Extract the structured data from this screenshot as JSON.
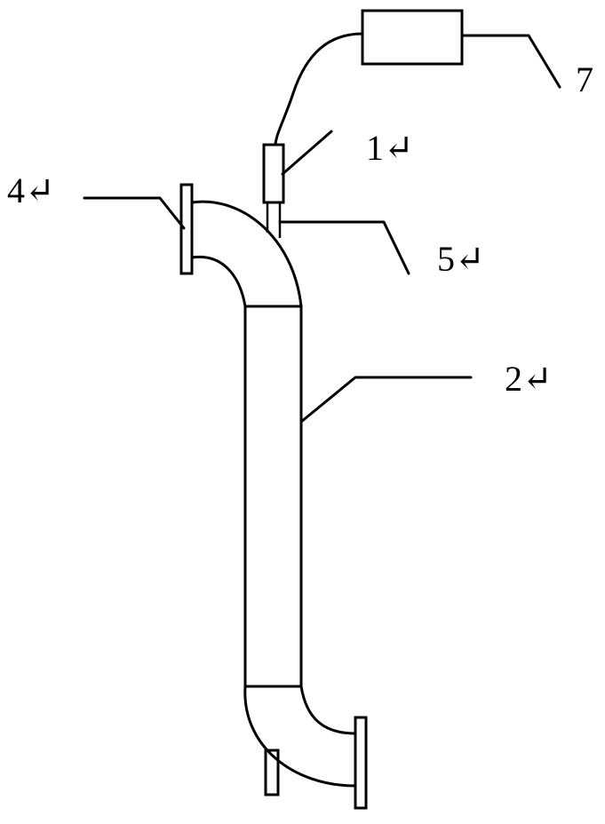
{
  "diagram": {
    "labels": {
      "part_1": "1↵",
      "part_2": "2↵",
      "part_4": "4↵",
      "part_5": "5↵",
      "part_7": "7"
    }
  },
  "colors": {
    "stroke": "#000000",
    "background": "#ffffff"
  }
}
